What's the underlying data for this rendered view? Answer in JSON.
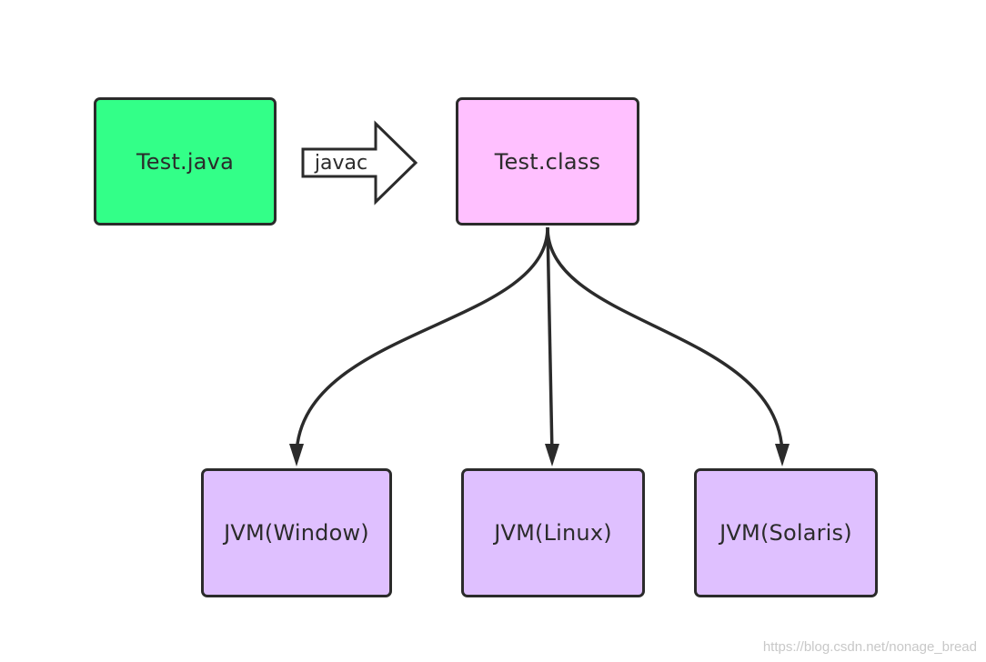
{
  "diagram": {
    "nodes": {
      "test_java": {
        "label": "Test.java",
        "fill": "#33ff88"
      },
      "test_class": {
        "label": "Test.class",
        "fill": "#ffc0ff"
      },
      "jvm_window": {
        "label": "JVM(Window)",
        "fill": "#dfc0ff"
      },
      "jvm_linux": {
        "label": "JVM(Linux)",
        "fill": "#dfc0ff"
      },
      "jvm_solaris": {
        "label": "JVM(Solaris)",
        "fill": "#dfc0ff"
      }
    },
    "compile_arrow": {
      "label": "javac"
    },
    "edges": [
      {
        "from": "Test.class",
        "to": "JVM(Window)"
      },
      {
        "from": "Test.class",
        "to": "JVM(Linux)"
      },
      {
        "from": "Test.class",
        "to": "JVM(Solaris)"
      }
    ],
    "stroke_color": "#2b2b2b"
  },
  "watermark": "https://blog.csdn.net/nonage_bread"
}
